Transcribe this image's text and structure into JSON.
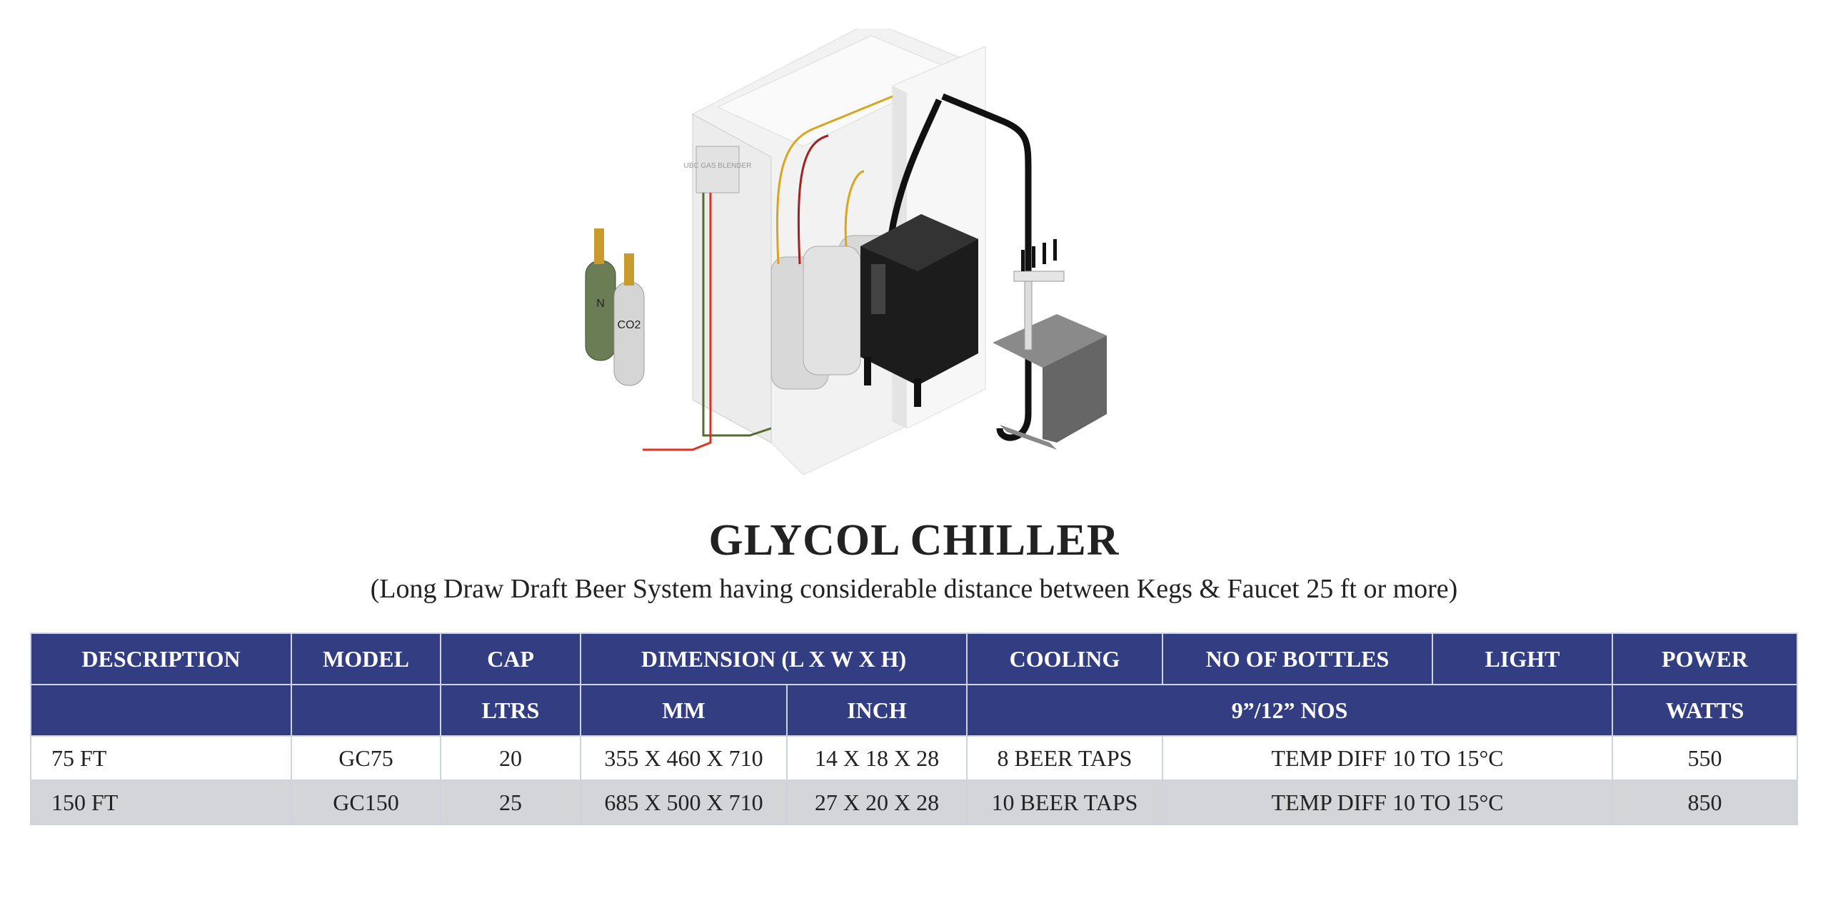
{
  "illustration": {
    "gas_blender_label": "UBC GAS BLENDER",
    "cylinder_n": "N",
    "cylinder_co2": "CO2"
  },
  "title": "GLYCOL CHILLER",
  "subtitle": "(Long Draw Draft Beer System having considerable distance between Kegs & Faucet 25 ft or more)",
  "table": {
    "header1": [
      "DESCRIPTION",
      "MODEL",
      "CAP",
      "DIMENSION (L X W X H)",
      "COOLING",
      "NO OF BOTTLES",
      "LIGHT",
      "POWER"
    ],
    "header2": [
      "",
      "",
      "LTRS",
      "MM",
      "INCH",
      "9”/12” NOS",
      "WATTS"
    ],
    "rows": [
      {
        "description": "75 FT",
        "model": "GC75",
        "cap": "20",
        "mm": "355 X 460 X 710",
        "inch": "14 X 18 X 28",
        "cooling": "8 BEER TAPS",
        "note": "TEMP DIFF 10 TO 15°C",
        "power": "550"
      },
      {
        "description": "150 FT",
        "model": "GC150",
        "cap": "25",
        "mm": "685 X 500 X 710",
        "inch": "27 X 20 X 28",
        "cooling": "10 BEER TAPS",
        "note": "TEMP DIFF 10 TO 15°C",
        "power": "850"
      }
    ]
  },
  "colors": {
    "header_bg": "#333d82",
    "alt_row": "#d4d5d8"
  }
}
